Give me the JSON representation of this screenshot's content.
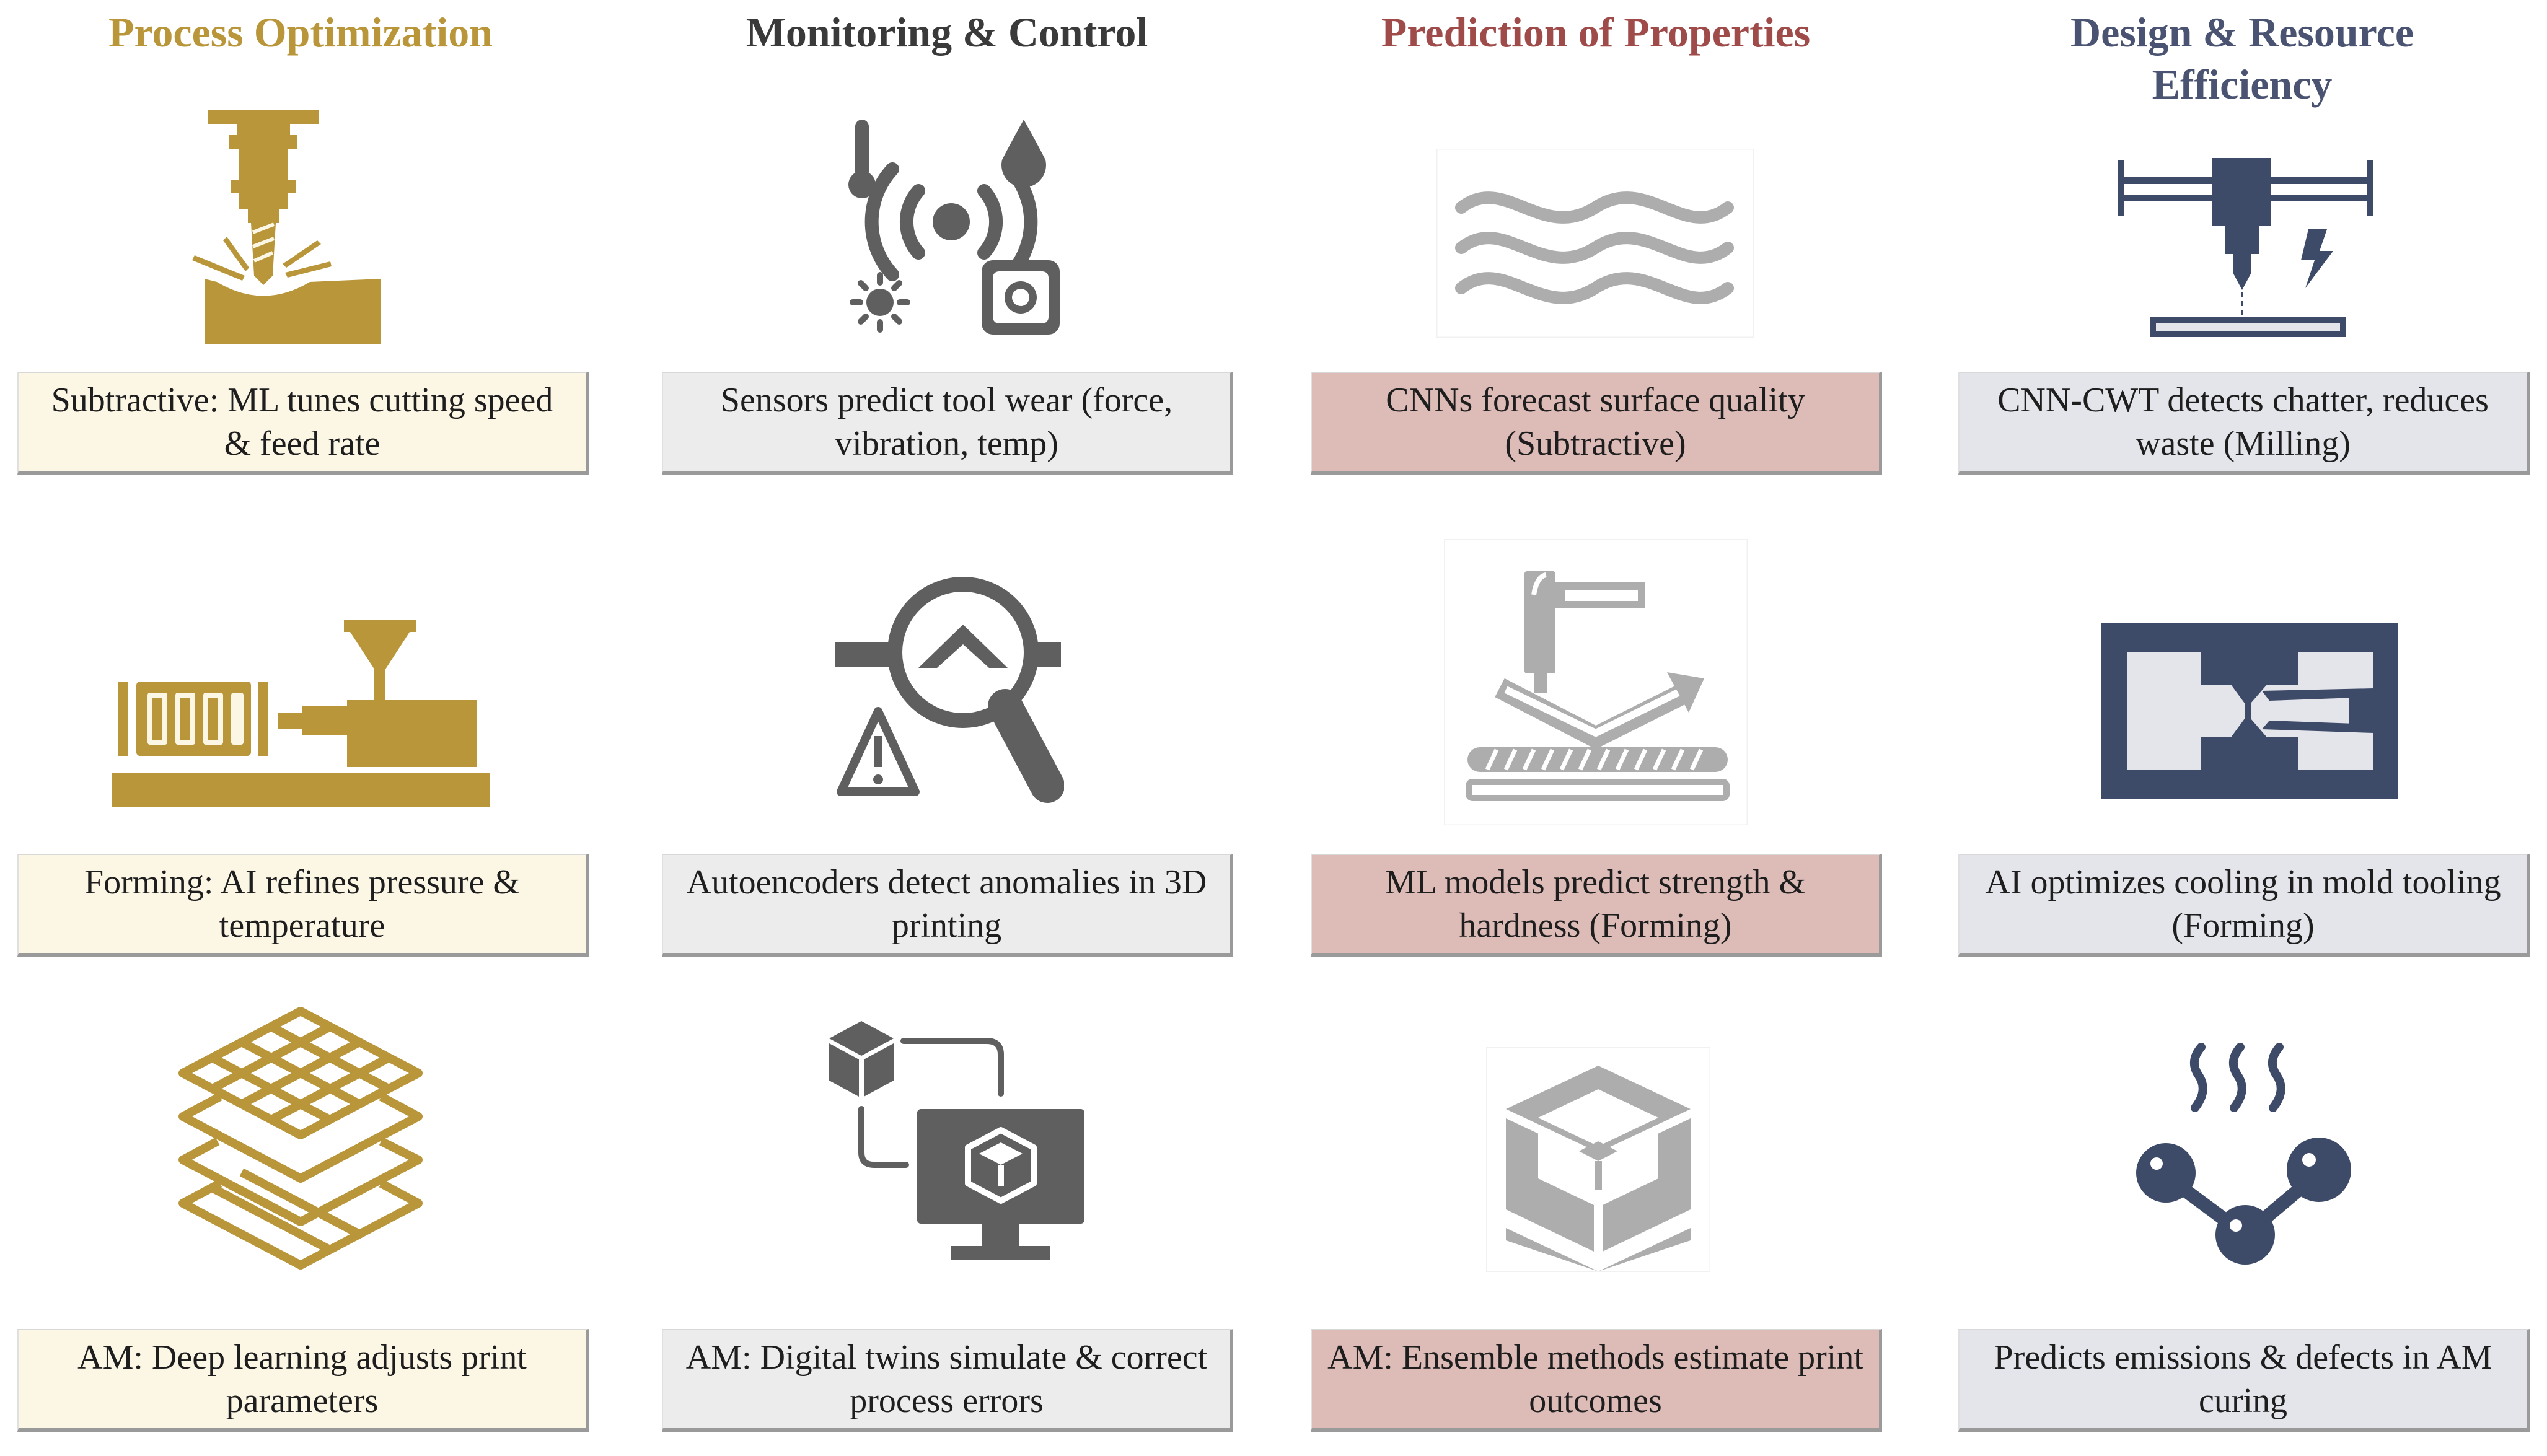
{
  "colors": {
    "gold": "#b9963a",
    "gray": "#5f5f5f",
    "lightgray": "#adadad",
    "rose": "#9e4b4a",
    "slate": "#3d4a68",
    "charcoal": "#3a3a3a"
  },
  "columns": [
    {
      "header": "Process Optimization",
      "cards": [
        {
          "icon": "milling-cutter-icon",
          "text": "Subtractive: ML tunes cutting speed & feed rate"
        },
        {
          "icon": "injection-molding-machine-icon",
          "text": "Forming: AI refines pressure & temperature"
        },
        {
          "icon": "printed-layers-icon",
          "text": "AM: Deep learning adjusts print parameters"
        }
      ]
    },
    {
      "header": "Monitoring & Control",
      "cards": [
        {
          "icon": "sensor-signals-icon",
          "text": "Sensors predict tool wear (force, vibration, temp)"
        },
        {
          "icon": "anomaly-magnifier-icon",
          "text": "Autoencoders detect anomalies in 3D printing"
        },
        {
          "icon": "digital-twin-monitor-icon",
          "text": "AM: Digital twins simulate & correct process errors"
        }
      ]
    },
    {
      "header": "Prediction of Properties",
      "cards": [
        {
          "icon": "surface-waves-icon",
          "text": "CNNs forecast surface quality (Subtractive)"
        },
        {
          "icon": "hammer-bending-icon",
          "text": "ML models predict strength & hardness (Forming)"
        },
        {
          "icon": "layered-cube-icon",
          "text": "AM: Ensemble methods estimate print outcomes"
        }
      ]
    },
    {
      "header": "Design & Resource Efficiency",
      "cards": [
        {
          "icon": "cnc-machine-icon",
          "text": "CNN-CWT detects chatter, reduces waste (Milling)"
        },
        {
          "icon": "mold-tooling-icon",
          "text": "AI optimizes cooling in mold tooling (Forming)"
        },
        {
          "icon": "emission-molecule-icon",
          "text": "Predicts emissions & defects in AM curing"
        }
      ]
    }
  ]
}
